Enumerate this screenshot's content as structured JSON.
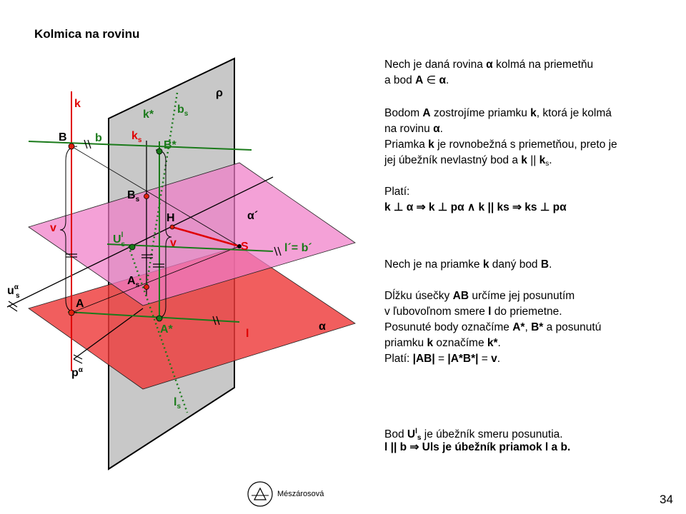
{
  "title": "Kolmica na rovinu",
  "page_number": "34",
  "author": "Mészárosová",
  "colors": {
    "gray_plane": "#c8c8c8",
    "pink_plane": "#f07dc8",
    "red_plane": "#ee3b3b",
    "red_line": "#e00000",
    "green_line": "#1a7a1a",
    "point": "#e0200e"
  },
  "figure_labels": {
    "rho": "ρ",
    "k": "k",
    "k_star": "k*",
    "b_s": "b",
    "b_s_sub": "s",
    "B": "B",
    "b": "b",
    "k_s": "k",
    "k_s_sub": "s",
    "B_star": "B*",
    "B_s": "B",
    "B_s_sub": "s",
    "H": "H",
    "alpha_prime": "α´",
    "v_left": "v",
    "v_right": "v",
    "U_l_s": "U",
    "U_l_s_sup": "l",
    "U_l_s_sub": "s",
    "S": "S",
    "l_prime_b_prime": "l´= b´",
    "A_s": "A",
    "A_s_sub": "s",
    "u_alpha_s": "u",
    "u_alpha_s_sup": "α",
    "u_alpha_s_sub": "s",
    "A": "A",
    "A_star": "A*",
    "l": "l",
    "alpha": "α",
    "p_alpha": "p",
    "p_alpha_sup": "α",
    "l_s": "l",
    "l_s_sub": "s"
  },
  "text": {
    "p1_l1a": "Nech je daná rovina ",
    "p1_l1b": "α",
    "p1_l1c": " kolmá na priemetňu",
    "p1_l2a": "a bod ",
    "p1_l2b": "A",
    "p1_l2c": " ∈ ",
    "p1_l2d": "α",
    "p1_l2e": ".",
    "p2_l1a": "Bodom ",
    "p2_l1b": "A",
    "p2_l1c": "  zostrojíme priamku ",
    "p2_l1d": "k",
    "p2_l1e": ", ktorá je kolmá",
    "p2_l2a": "na rovinu ",
    "p2_l2b": "α",
    "p2_l2c": ".",
    "p2_l3a": "Priamka ",
    "p2_l3b": "k",
    "p2_l3c": " je rovnobežná s priemetňou, preto je",
    "p2_l4a": "jej úbežník nevlastný bod a ",
    "p2_l4b": "k",
    "p2_l4c": " || ",
    "p2_l4d": "k",
    "p2_l4e": "s",
    "p2_l4f": ".",
    "p3_l1": "Platí:",
    "p3_l2": "k ⊥ α ⇒ k ⊥ pα ∧ k || ks ⇒ ks ⊥ pα",
    "p4_l1a": "Nech je na priamke ",
    "p4_l1b": "k",
    "p4_l1c": " daný bod ",
    "p4_l1d": "B",
    "p4_l1e": ".",
    "p5_l1a": "Dĺžku úsečky ",
    "p5_l1b": "AB",
    "p5_l1c": " určíme jej posunutím",
    "p5_l2a": "v ľubovoľnom smere ",
    "p5_l2b": "l",
    "p5_l2c": " do priemetne.",
    "p5_l3a": "Posunuté body označíme ",
    "p5_l3b": "A*",
    "p5_l3c": ", ",
    "p5_l3d": "B*",
    "p5_l3e": " a posunutú",
    "p5_l4a": "priamku ",
    "p5_l4b": "k",
    "p5_l4c": " označíme ",
    "p5_l4d": "k*",
    "p5_l4e": ".",
    "p5_l5a": "Platí: ",
    "p5_l5b": "|AB|",
    "p5_l5c": " = ",
    "p5_l5d": "|A*B*|",
    "p5_l5e": " = ",
    "p5_l5f": "v",
    "p5_l5g": ".",
    "p6_l1a": "Bod ",
    "p6_l1b": "U",
    "p6_l1c": "l",
    "p6_l1d": "s",
    "p6_l1e": " je úbežník smeru posunutia.",
    "p6_l2": "l || b ⇒ Uls  je úbežník priamok l a b."
  }
}
